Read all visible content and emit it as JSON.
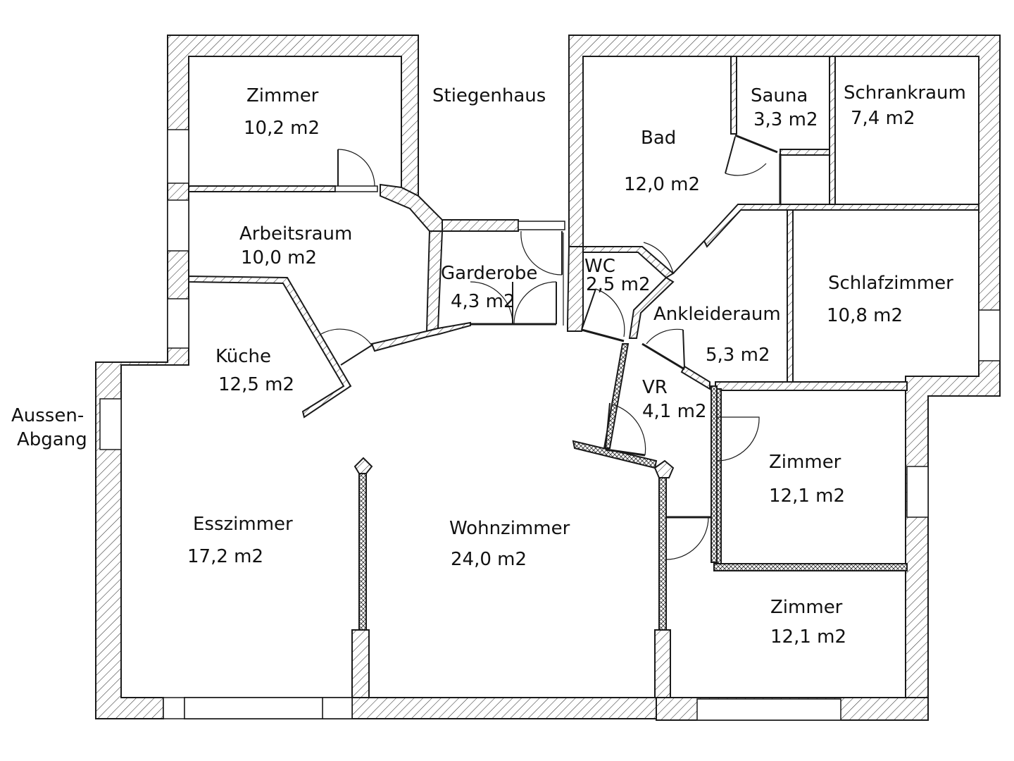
{
  "rooms": {
    "zimmer_top_left": {
      "name": "Zimmer",
      "area": "10,2 m2"
    },
    "arbeitsraum": {
      "name": "Arbeitsraum",
      "area": "10,0 m2"
    },
    "kueche": {
      "name": "Küche",
      "area": "12,5 m2"
    },
    "garderobe": {
      "name": "Garderobe",
      "area": "4,3 m2"
    },
    "bad": {
      "name": "Bad",
      "area": "12,0 m2"
    },
    "sauna": {
      "name": "Sauna",
      "area": "3,3 m2"
    },
    "schrankraum": {
      "name": "Schrankraum",
      "area": "7,4 m2"
    },
    "wc": {
      "name": "WC",
      "area": "2,5 m2"
    },
    "ankleideraum": {
      "name": "Ankleideraum",
      "area": "5,3 m2"
    },
    "schlafzimmer": {
      "name": "Schlafzimmer",
      "area": "10,8 m2"
    },
    "vr": {
      "name": "VR",
      "area": "4,1 m2"
    },
    "zimmer_right_mid": {
      "name": "Zimmer",
      "area": "12,1 m2"
    },
    "zimmer_right_bottom": {
      "name": "Zimmer",
      "area": "12,1 m2"
    },
    "esszimmer": {
      "name": "Esszimmer",
      "area": "17,2 m2"
    },
    "wohnzimmer": {
      "name": "Wohnzimmer",
      "area": "24,0 m2"
    }
  },
  "labels": {
    "stiegenhaus": "Stiegenhaus",
    "aussen_line1": "Aussen-",
    "aussen_line2": "Abgang"
  }
}
